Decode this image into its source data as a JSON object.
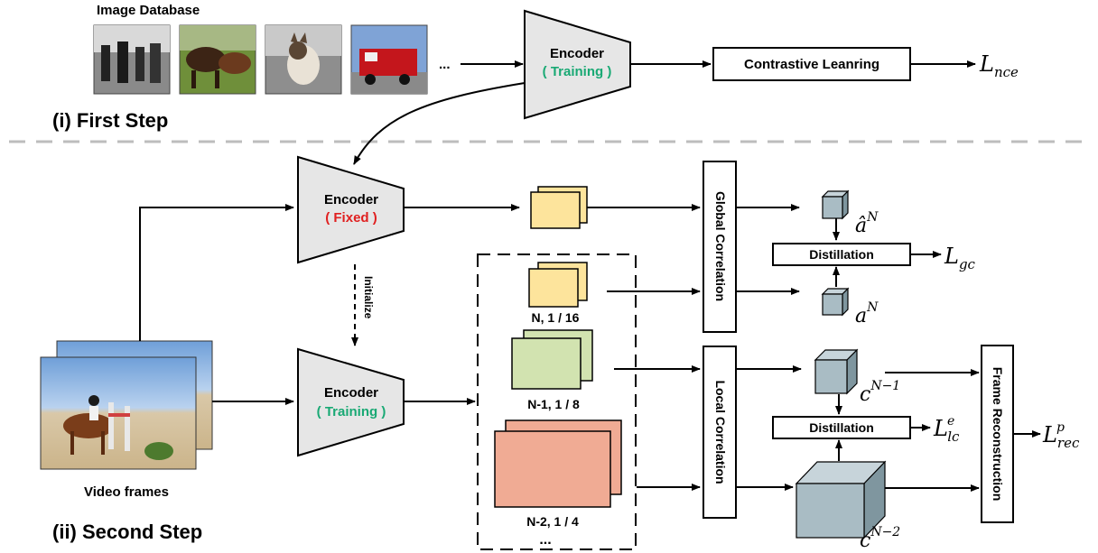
{
  "header": {
    "image_database": "Image Database",
    "first_step": "(i) First Step",
    "second_step": "(ii) Second Step",
    "video_frames": "Video frames",
    "dots_top": "...",
    "dots_bottom": "..."
  },
  "encoders": {
    "top": {
      "title": "Encoder",
      "mode": "( Training )"
    },
    "fixed": {
      "title": "Encoder",
      "mode": "( Fixed )"
    },
    "train": {
      "title": "Encoder",
      "mode": "( Training )"
    }
  },
  "labels": {
    "contrastive": "Contrastive Leanring",
    "loss_nce_main": "L",
    "loss_nce_sub": "nce",
    "initialize": "Initialize",
    "feat_n": "N, 1 / 16",
    "feat_n1": "N-1, 1 / 8",
    "feat_n2": "N-2, 1 / 4",
    "global_corr": "Global Correlation",
    "local_corr": "Local Correlation",
    "frame_recon": "Frame Reconstruction",
    "distillation_top": "Distillation",
    "distillation_bottom": "Distillation",
    "a_hat_base": "â",
    "a_hat_sup": "N",
    "a_base": "a",
    "a_sup": "N",
    "c1_base": "c",
    "c1_sup": "N−1",
    "c2_base": "c",
    "c2_sup": "N−2",
    "loss_gc_main": "L",
    "loss_gc_sub": "gc",
    "loss_lc_main": "L",
    "loss_lc_sub": "lc",
    "loss_lc_sup": "e",
    "loss_rec_main": "L",
    "loss_rec_sub": "rec",
    "loss_rec_sup": "p"
  },
  "colors": {
    "encoder_fill": "#e6e6e6",
    "yellow_feat": "#fde49c",
    "green_feat": "#d2e3b0",
    "red_feat": "#f0ab94",
    "cube_fill": "#a9bcc4",
    "training_text": "#19a974",
    "fixed_text": "#e02020",
    "divider": "#bdbdbd"
  }
}
